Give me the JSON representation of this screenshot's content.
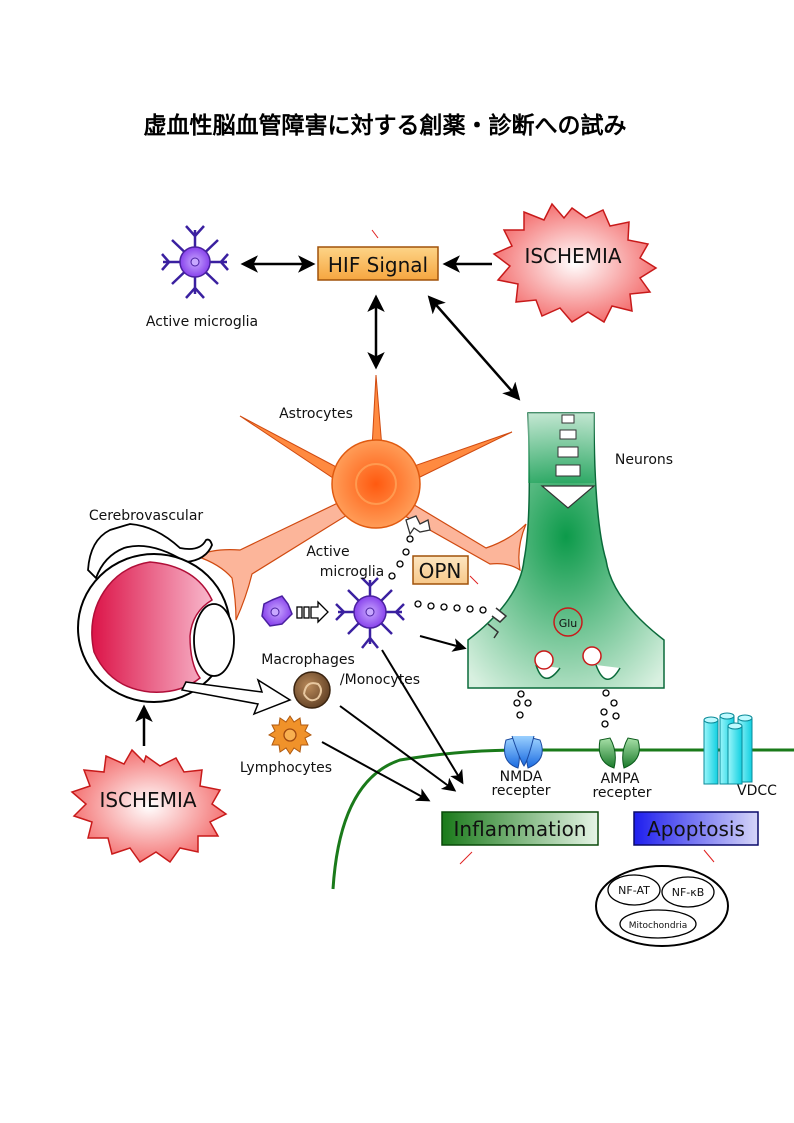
{
  "title": "虚血性脳血管障害に対する創薬・診断への試み",
  "labels": {
    "hif_signal": "HIF Signal",
    "ischemia_top": "ISCHEMIA",
    "ischemia_bottom": "ISCHEMIA",
    "active_microglia_top": "Active  microglia",
    "astrocytes": "Astrocytes",
    "neurons": "Neurons",
    "cerebrovascular": "Cerebrovascular",
    "active_microglia_mid_1": "Active",
    "active_microglia_mid_2": "microglia",
    "opn": "OPN",
    "glu": "Glu",
    "macrophages": "Macrophages",
    "monocytes": "/Monocytes",
    "lymphocytes": "Lymphocytes",
    "nmda_1": "NMDA",
    "nmda_2": "recepter",
    "ampa_1": "AMPA",
    "ampa_2": "recepter",
    "vdcc": "VDCC",
    "inflammation": "Inflammation",
    "apoptosis": "Apoptosis",
    "nfat": "NF-AT",
    "nfkb": "NF-κB",
    "mitochondria": "Mitochondria"
  },
  "colors": {
    "hif_fill": "#f7b85a",
    "ischemia_fill": "#f26b6b",
    "astrocyte": "#ff7a2a",
    "microglia": "#8a3cf0",
    "neuron": "#1c9a5a",
    "vessel": "#e0245a",
    "inflammation": "#2b8a2b",
    "apoptosis": "#2a2aee",
    "membrane": "#1a7a1a",
    "vdcc": "#33e5f0"
  }
}
